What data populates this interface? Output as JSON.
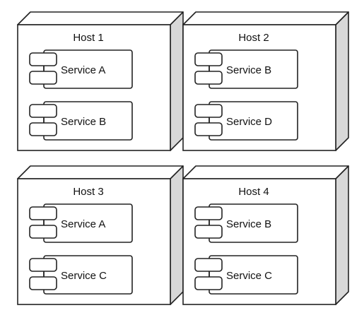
{
  "hosts": [
    {
      "label": "Host 1",
      "services": [
        "Service A",
        "Service B"
      ]
    },
    {
      "label": "Host 2",
      "services": [
        "Service B",
        "Service D"
      ]
    },
    {
      "label": "Host 3",
      "services": [
        "Service A",
        "Service C"
      ]
    },
    {
      "label": "Host 4",
      "services": [
        "Service B",
        "Service C"
      ]
    }
  ],
  "colors": {
    "stroke": "#222222",
    "side_face": "#d8d8d8",
    "front_face": "#ffffff"
  },
  "icons": {
    "host": "node-3d-box-icon",
    "service": "uml-component-icon"
  }
}
